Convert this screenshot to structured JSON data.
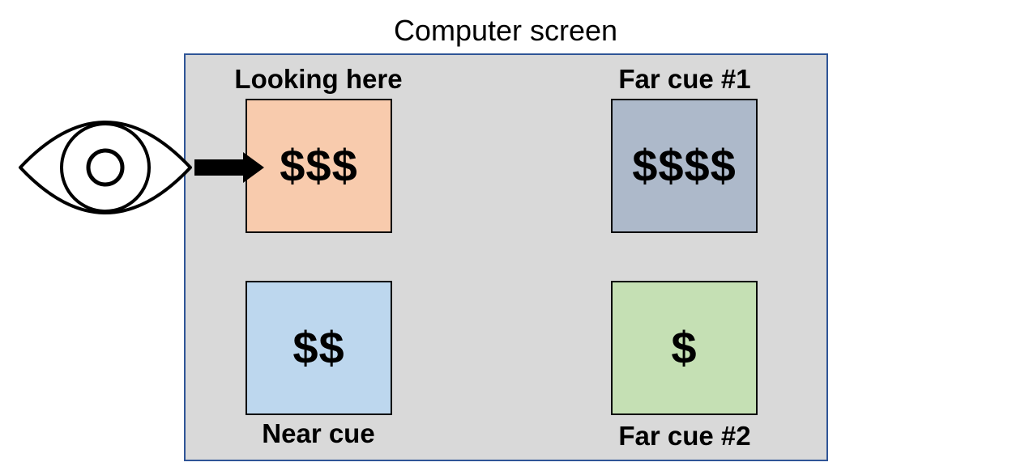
{
  "title": "Computer screen",
  "colors": {
    "screen_background": "#d9d9d9",
    "screen_border": "#2f5597",
    "looking_here_box": "#f8cbad",
    "far_cue_1_box": "#adb9ca",
    "near_cue_box": "#bdd7ee",
    "far_cue_2_box": "#c5e0b4"
  },
  "boxes": {
    "looking_here": {
      "label": "Looking here",
      "amount": "$$$"
    },
    "far_cue_1": {
      "label": "Far cue #1",
      "amount": "$$$$"
    },
    "near_cue": {
      "label": "Near cue",
      "amount": "$$"
    },
    "far_cue_2": {
      "label": "Far cue #2",
      "amount": "$"
    }
  },
  "icons": {
    "viewer": "eye-icon",
    "gaze": "arrow-right-icon"
  }
}
